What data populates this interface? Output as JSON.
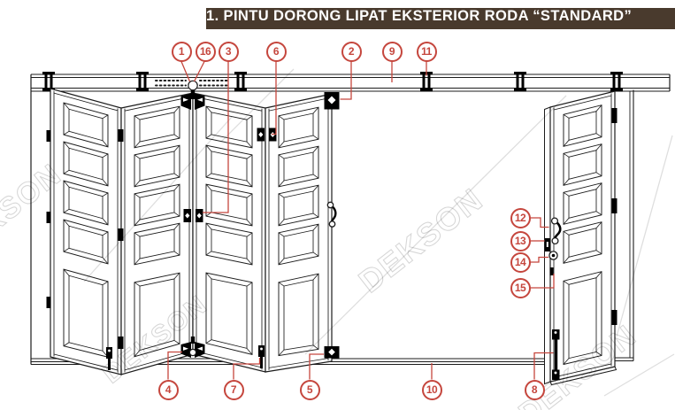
{
  "header": {
    "title": "1. PINTU DORONG LIPAT EKSTERIOR RODA “STANDARD”"
  },
  "watermark": {
    "text": "DEKSON"
  },
  "colors": {
    "header_bg": "#493a2d",
    "header_fg": "#ffffff",
    "callout_red": "#c5463d",
    "line": "#1c1c1c",
    "hardware": "#000000"
  },
  "callouts": [
    {
      "label": "1"
    },
    {
      "label": "16"
    },
    {
      "label": "3"
    },
    {
      "label": "6"
    },
    {
      "label": "2"
    },
    {
      "label": "9"
    },
    {
      "label": "11"
    },
    {
      "label": "12"
    },
    {
      "label": "13"
    },
    {
      "label": "14"
    },
    {
      "label": "15"
    },
    {
      "label": "4"
    },
    {
      "label": "7"
    },
    {
      "label": "5"
    },
    {
      "label": "10"
    },
    {
      "label": "8"
    }
  ]
}
